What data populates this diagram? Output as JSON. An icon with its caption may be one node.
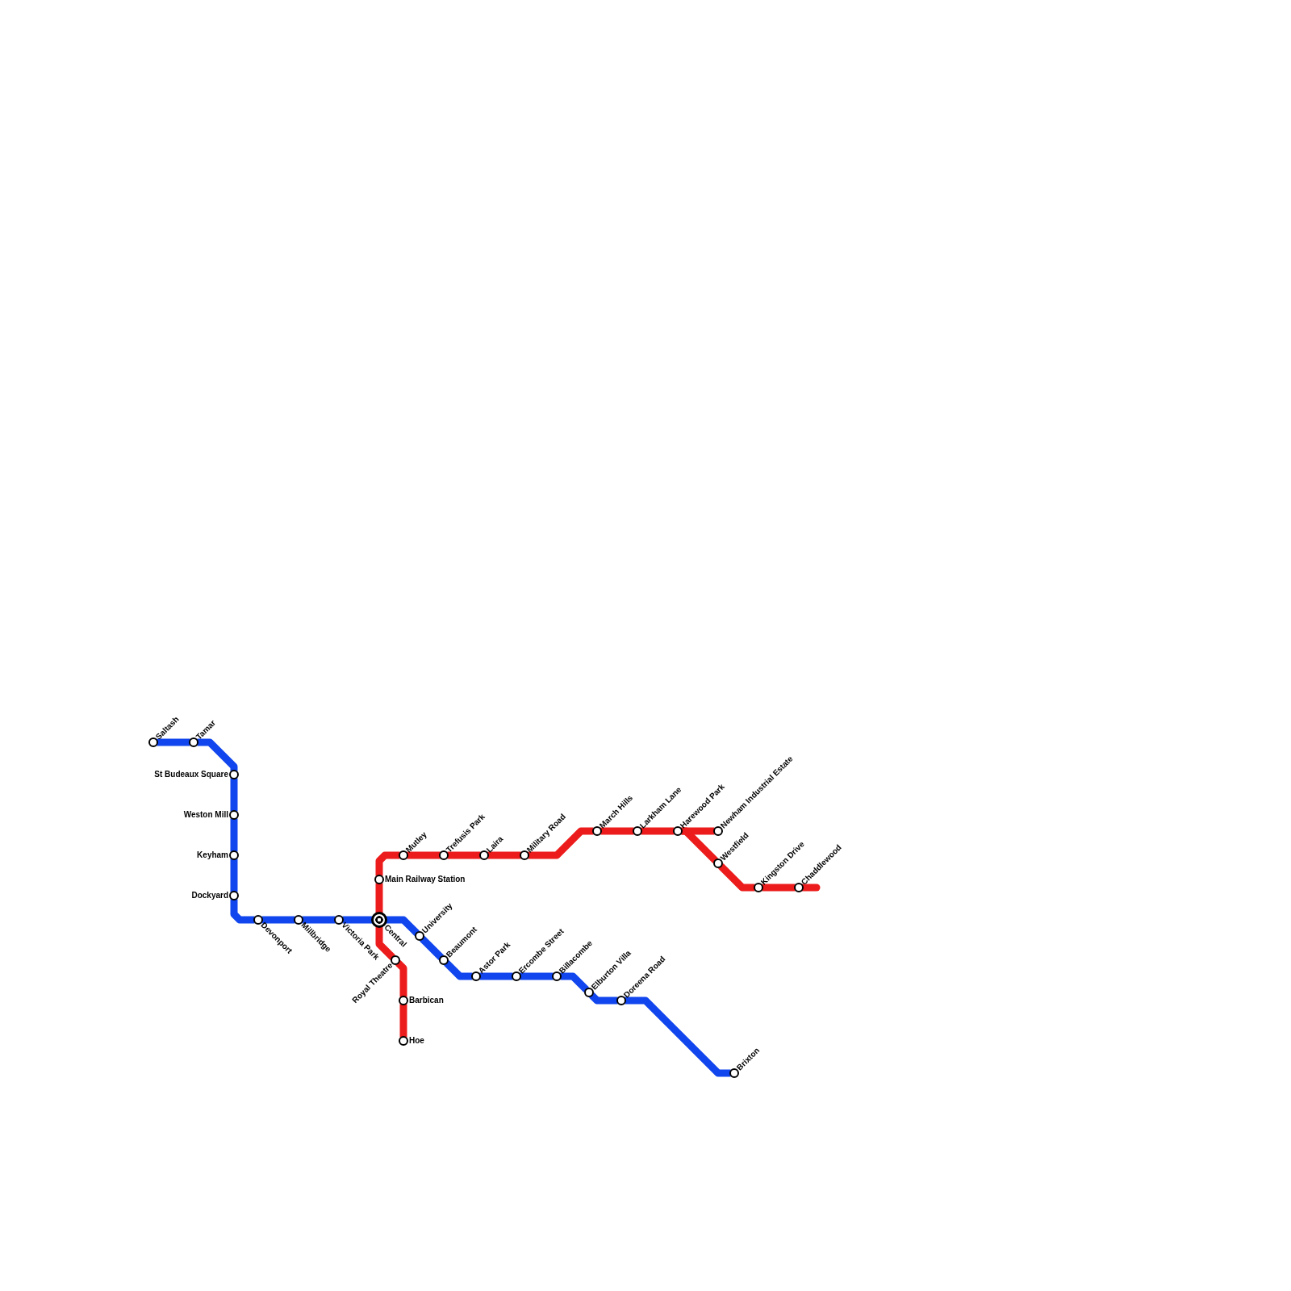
{
  "diagram": {
    "nodes": [
      {
        "text": [
          "Saltash"
        ]
      },
      {
        "text": [
          "Tamar"
        ]
      },
      {
        "text": [
          "St Budeaux Square"
        ]
      },
      {
        "text": [
          "Weston Mill"
        ]
      },
      {
        "text": [
          "Keyham"
        ]
      },
      {
        "text": [
          "Dockyard"
        ]
      },
      {
        "text": [
          "Devonport"
        ]
      },
      {
        "text": [
          "Millbridge"
        ]
      },
      {
        "text": [
          "Victoria Park"
        ]
      },
      {
        "text": [
          "Central"
        ]
      },
      {
        "text": [
          "Main Railway Station"
        ]
      },
      {
        "text": [
          "Mutley"
        ]
      },
      {
        "text": [
          "Trefusis Park"
        ]
      },
      {
        "text": [
          "Laira"
        ]
      },
      {
        "text": [
          "Military Road"
        ]
      },
      {
        "text": [
          "March Hills"
        ]
      },
      {
        "text": [
          "Larkham Lane"
        ]
      },
      {
        "text": [
          "Harewood Park"
        ]
      },
      {
        "text": [
          "Newham Industrial Estate"
        ]
      },
      {
        "text": [
          "Westfield"
        ]
      },
      {
        "text": [
          "Kingston Drive"
        ]
      },
      {
        "text": [
          "Chaddlewood"
        ]
      },
      {
        "text": [
          "Royal Theatre"
        ]
      },
      {
        "text": [
          "Barbican"
        ]
      },
      {
        "text": [
          "Hoe"
        ]
      },
      {
        "text": [
          "University"
        ]
      },
      {
        "text": [
          "Beaumont"
        ]
      },
      {
        "text": [
          "Astor Park"
        ]
      },
      {
        "text": [
          "Ercombe Street"
        ]
      },
      {
        "text": [
          "Billacombe"
        ]
      },
      {
        "text": [
          "Elburton Villa"
        ]
      },
      {
        "text": [
          "Doreena Road"
        ]
      },
      {
        "text": [
          "Brixton"
        ]
      }
    ],
    "edges": [
      {
        "from": 0,
        "to": 1,
        "arrow": "none"
      },
      {
        "from": 1,
        "to": 2,
        "arrow": "none"
      },
      {
        "from": 2,
        "to": 3,
        "arrow": "none"
      },
      {
        "from": 3,
        "to": 4,
        "arrow": "none"
      },
      {
        "from": 4,
        "to": 5,
        "arrow": "none"
      },
      {
        "from": 5,
        "to": 6,
        "arrow": "none"
      },
      {
        "from": 6,
        "to": 7,
        "arrow": "none"
      },
      {
        "from": 7,
        "to": 8,
        "arrow": "none"
      },
      {
        "from": 8,
        "to": 9,
        "arrow": "none"
      },
      {
        "from": 9,
        "to": 25,
        "arrow": "none"
      },
      {
        "from": 25,
        "to": 26,
        "arrow": "none"
      },
      {
        "from": 26,
        "to": 27,
        "arrow": "none"
      },
      {
        "from": 27,
        "to": 28,
        "arrow": "none"
      },
      {
        "from": 28,
        "to": 29,
        "arrow": "none"
      },
      {
        "from": 29,
        "to": 30,
        "arrow": "none"
      },
      {
        "from": 30,
        "to": 31,
        "arrow": "none"
      },
      {
        "from": 31,
        "to": 32,
        "arrow": "none"
      },
      {
        "from": 9,
        "to": 22,
        "arrow": "none",
        "color": "#ec1c1c"
      },
      {
        "from": 22,
        "to": 23,
        "arrow": "none",
        "color": "#ec1c1c"
      },
      {
        "from": 23,
        "to": 24,
        "arrow": "none",
        "color": "#ec1c1c"
      },
      {
        "from": 9,
        "to": 10,
        "arrow": "none",
        "color": "#ec1c1c"
      },
      {
        "from": 10,
        "to": 11,
        "arrow": "none",
        "color": "#ec1c1c"
      },
      {
        "from": 11,
        "to": 12,
        "arrow": "none",
        "color": "#ec1c1c"
      },
      {
        "from": 12,
        "to": 13,
        "arrow": "none",
        "color": "#ec1c1c"
      },
      {
        "from": 13,
        "to": 14,
        "arrow": "none",
        "color": "#ec1c1c"
      },
      {
        "from": 14,
        "to": 15,
        "arrow": "none",
        "color": "#ec1c1c"
      },
      {
        "from": 15,
        "to": 16,
        "arrow": "none",
        "color": "#ec1c1c"
      },
      {
        "from": 16,
        "to": 17,
        "arrow": "none",
        "color": "#ec1c1c"
      },
      {
        "from": 17,
        "to": 18,
        "arrow": "none",
        "color": "#ec1c1c"
      },
      {
        "from": 17,
        "to": 19,
        "arrow": "none",
        "color": "#ec1c1c"
      },
      {
        "from": 19,
        "to": 20,
        "arrow": "none",
        "color": "#ec1c1c"
      },
      {
        "from": 20,
        "to": 21,
        "arrow": "none",
        "color": "#ec1c1c"
      },
      {
        "from": 21,
        "to": null,
        "arrow": "none",
        "color": "#ec1c1c"
      }
    ]
  }
}
